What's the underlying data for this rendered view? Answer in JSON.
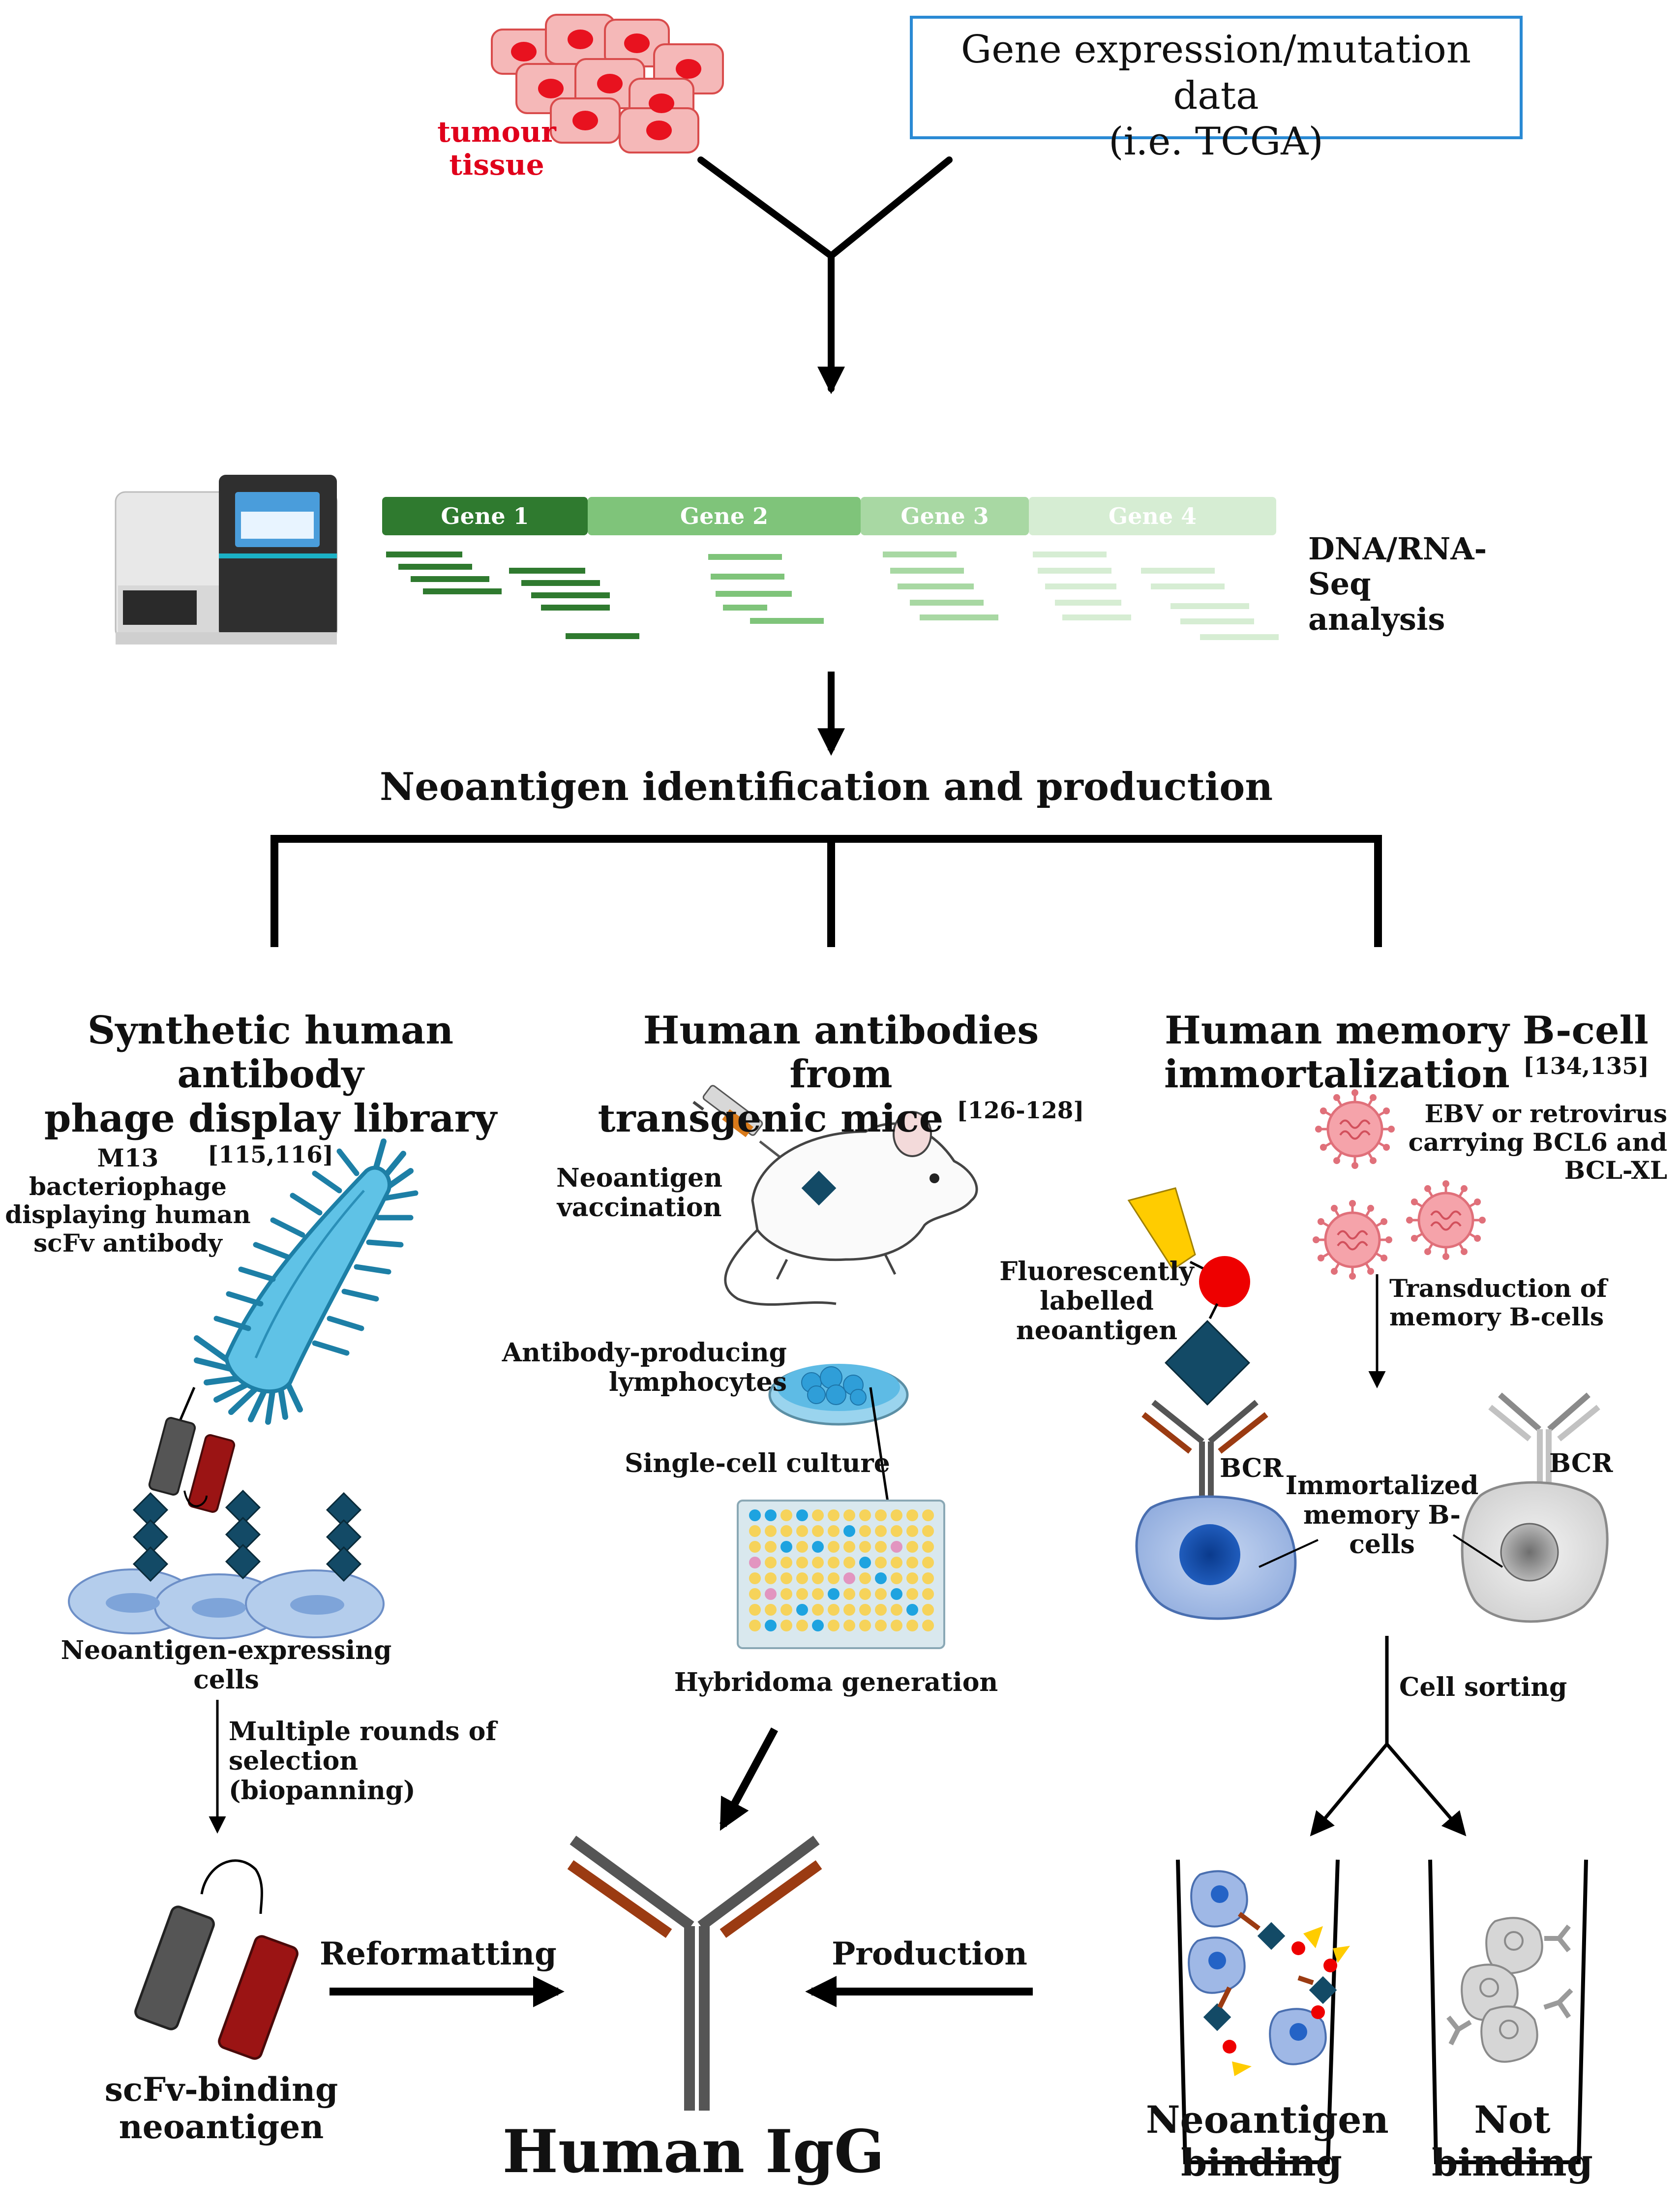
{
  "top": {
    "tumour_label": "tumour\ntissue",
    "data_box": "Gene expression/mutation data\n(i.e. TCGA)"
  },
  "sequencing": {
    "genes": [
      "Gene 1",
      "Gene 2",
      "Gene 3",
      "Gene 4"
    ],
    "gene_colors": [
      "#2f7a2f",
      "#7fc47a",
      "#a8d8a3",
      "#d6edd3"
    ],
    "label": "DNA/RNA-Seq\nanalysis"
  },
  "main_title": "Neoantigen identification and production",
  "branches": [
    {
      "title": "Synthetic human antibody\nphage display library",
      "refs": "[115,116]"
    },
    {
      "title": "Human antibodies from\ntransgenic mice",
      "refs": "[126-128]"
    },
    {
      "title": "Human memory B-cell\nimmortalization",
      "refs": "[134,135]"
    }
  ],
  "phage": {
    "m13_label": "M13\nbacteriophage\ndisplaying human\nscFv antibody",
    "cells_label": "Neoantigen-expressing cells",
    "selection_label": "Multiple rounds of\nselection (biopanning)",
    "scfv_label": "scFv-binding\nneoantigen",
    "reformatting": "Reformatting"
  },
  "mice": {
    "vaccination": "Neoantigen\nvaccination",
    "lymphocytes": "Antibody-producing\nlymphocytes",
    "single_cell": "Single-cell culture",
    "hybridoma": "Hybridoma generation"
  },
  "bcell": {
    "virus_label": "EBV or retrovirus\ncarrying BCL6 and\nBCL-XL",
    "fluor_label": "Fluorescently\nlabelled\nneoantigen",
    "transduction": "Transduction of\nmemory B-cells",
    "bcr_left": "BCR",
    "bcr_right": "BCR",
    "immortalized": "Immortalized\nmemory B-cells",
    "sorting": "Cell sorting",
    "binding": "Neoantigen\nbinding",
    "not_binding": "Not binding",
    "production": "Production"
  },
  "center": {
    "igg_label": "Human IgG"
  }
}
